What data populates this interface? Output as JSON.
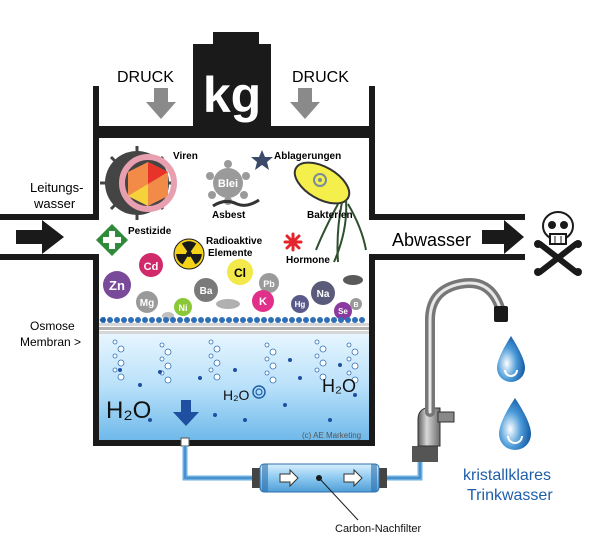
{
  "weight": {
    "label": "kg"
  },
  "pressure": {
    "left": "DRUCK",
    "right": "DRUCK"
  },
  "inlet": {
    "line1": "Leitungs-",
    "line2": "wasser"
  },
  "membrane": {
    "line1": "Osmose",
    "line2": "Membran >"
  },
  "outlet": {
    "label": "Abwasser"
  },
  "contaminants": {
    "viren": "Viren",
    "blei": "Blei",
    "asbest": "Asbest",
    "ablagerungen": "Ablagerungen",
    "bakterien": "Bakterien",
    "pestizide": "Pestizide",
    "radio1": "Radioaktive",
    "radio2": "Elemente",
    "hormone": "Hormone",
    "zn": "Zn",
    "cd": "Cd",
    "cl": "Cl",
    "pb": "Pb",
    "mg": "Mg",
    "ni": "Ni",
    "ba": "Ba",
    "k": "K",
    "hg": "Hg",
    "na": "Na",
    "se": "Se",
    "b": "B"
  },
  "water": {
    "h2o_left": "H₂O",
    "h2o_center": "H₂O",
    "h2o_right": "H₂O"
  },
  "copyright": "(c) AE Marketing",
  "filter": {
    "label": "Carbon-Nachfilter"
  },
  "product": {
    "line1": "kristallklares",
    "line2": "Trinkwasser"
  },
  "colors": {
    "tank_water": "#9fd3f5",
    "product_text": "#1f5fa8",
    "arrow_gray": "#8a8a8a",
    "dark": "#1a1a1a"
  }
}
